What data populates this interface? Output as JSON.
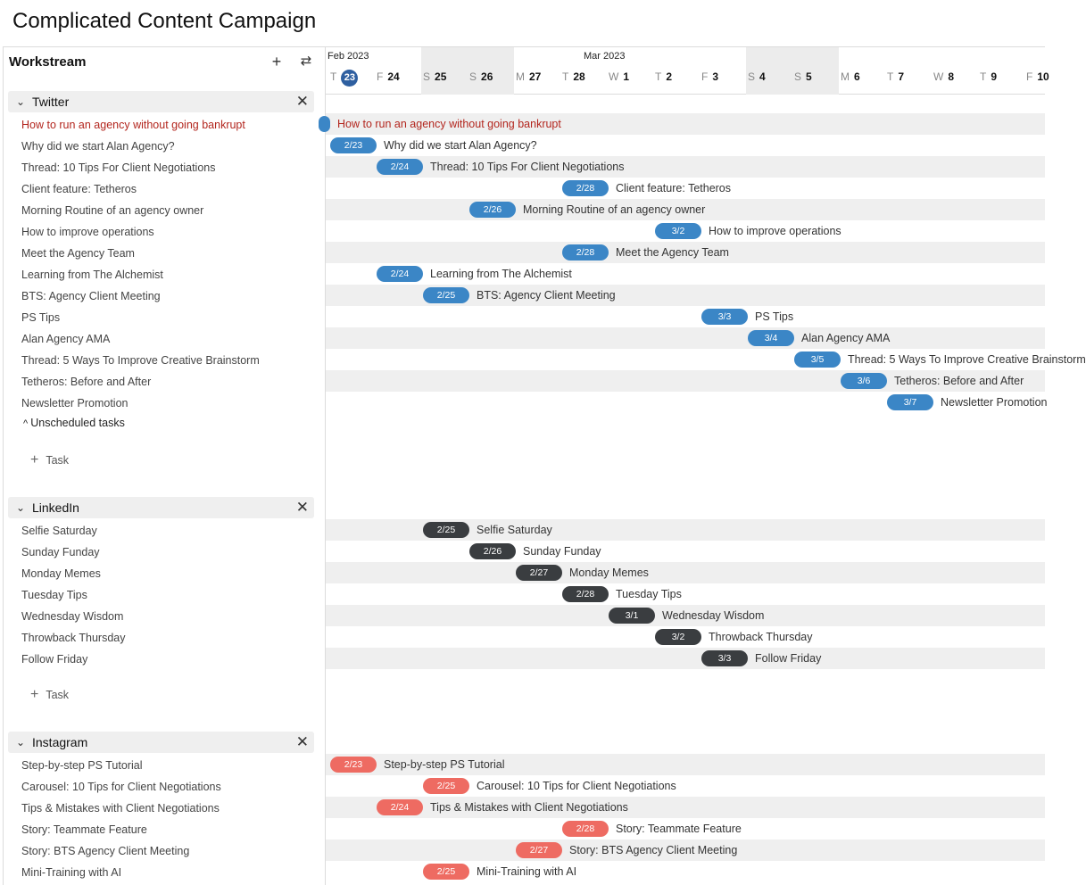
{
  "title": "Complicated Content Campaign",
  "workstream": {
    "title": "Workstream",
    "add_icon": "plus-icon",
    "swap_icon": "swap-arrows-icon"
  },
  "groups": [
    {
      "name": "Twitter",
      "color": "#3b86c6",
      "tasks": [
        {
          "label": "How to run an agency without going bankrupt",
          "date": "",
          "active": true
        },
        {
          "label": "Why did we start Alan Agency?",
          "date": "2/23"
        },
        {
          "label": "Thread: 10 Tips For Client Negotiations",
          "date": "2/24"
        },
        {
          "label": "Client feature: Tetheros",
          "date": "2/28"
        },
        {
          "label": "Morning Routine of an agency owner",
          "date": "2/26"
        },
        {
          "label": "How to improve operations",
          "date": "3/2"
        },
        {
          "label": "Meet the Agency Team",
          "date": "2/28"
        },
        {
          "label": "Learning from The Alchemist",
          "date": "2/24"
        },
        {
          "label": "BTS: Agency Client Meeting",
          "date": "2/25"
        },
        {
          "label": "PS Tips",
          "date": "3/3"
        },
        {
          "label": "Alan Agency AMA",
          "date": "3/4"
        },
        {
          "label": "Thread: 5 Ways To Improve Creative Brainstorm",
          "date": "3/5"
        },
        {
          "label": "Tetheros: Before and After",
          "date": "3/6"
        },
        {
          "label": "Newsletter Promotion",
          "date": "3/7"
        }
      ],
      "unscheduled_label": "Unscheduled tasks",
      "add_task_label": "Task"
    },
    {
      "name": "LinkedIn",
      "color": "#3a3d40",
      "tasks": [
        {
          "label": "Selfie Saturday",
          "date": "2/25"
        },
        {
          "label": "Sunday Funday",
          "date": "2/26"
        },
        {
          "label": "Monday Memes",
          "date": "2/27"
        },
        {
          "label": "Tuesday Tips",
          "date": "2/28"
        },
        {
          "label": "Wednesday Wisdom",
          "date": "3/1"
        },
        {
          "label": "Throwback Thursday",
          "date": "3/2"
        },
        {
          "label": "Follow Friday",
          "date": "3/3"
        }
      ],
      "add_task_label": "Task"
    },
    {
      "name": "Instagram",
      "color": "#ee6b62",
      "tasks": [
        {
          "label": "Step-by-step PS Tutorial",
          "date": "2/23"
        },
        {
          "label": "Carousel: 10 Tips for Client Negotiations",
          "date": "2/25"
        },
        {
          "label": "Tips & Mistakes with Client Negotiations",
          "date": "2/24"
        },
        {
          "label": "Story: Teammate Feature",
          "date": "2/28"
        },
        {
          "label": "Story: BTS Agency Client Meeting",
          "date": "2/27"
        },
        {
          "label": "Mini-Training with AI",
          "date": "2/25"
        }
      ]
    }
  ],
  "timeline": {
    "months": [
      {
        "label": "Feb 2023",
        "date": "2/23"
      },
      {
        "label": "Mar 2023",
        "date": "3/1"
      }
    ],
    "days": [
      {
        "letter": "T",
        "num": "23",
        "date": "2/23",
        "today": true
      },
      {
        "letter": "F",
        "num": "24",
        "date": "2/24"
      },
      {
        "letter": "S",
        "num": "25",
        "date": "2/25",
        "weekend": true
      },
      {
        "letter": "S",
        "num": "26",
        "date": "2/26",
        "weekend": true
      },
      {
        "letter": "M",
        "num": "27",
        "date": "2/27"
      },
      {
        "letter": "T",
        "num": "28",
        "date": "2/28"
      },
      {
        "letter": "W",
        "num": "1",
        "date": "3/1"
      },
      {
        "letter": "T",
        "num": "2",
        "date": "3/2"
      },
      {
        "letter": "F",
        "num": "3",
        "date": "3/3"
      },
      {
        "letter": "S",
        "num": "4",
        "date": "3/4",
        "weekend": true
      },
      {
        "letter": "S",
        "num": "5",
        "date": "3/5",
        "weekend": true
      },
      {
        "letter": "M",
        "num": "6",
        "date": "3/6"
      },
      {
        "letter": "T",
        "num": "7",
        "date": "3/7"
      },
      {
        "letter": "W",
        "num": "8",
        "date": "3/8"
      },
      {
        "letter": "T",
        "num": "9",
        "date": "3/9"
      },
      {
        "letter": "F",
        "num": "10",
        "date": "3/10"
      }
    ]
  }
}
